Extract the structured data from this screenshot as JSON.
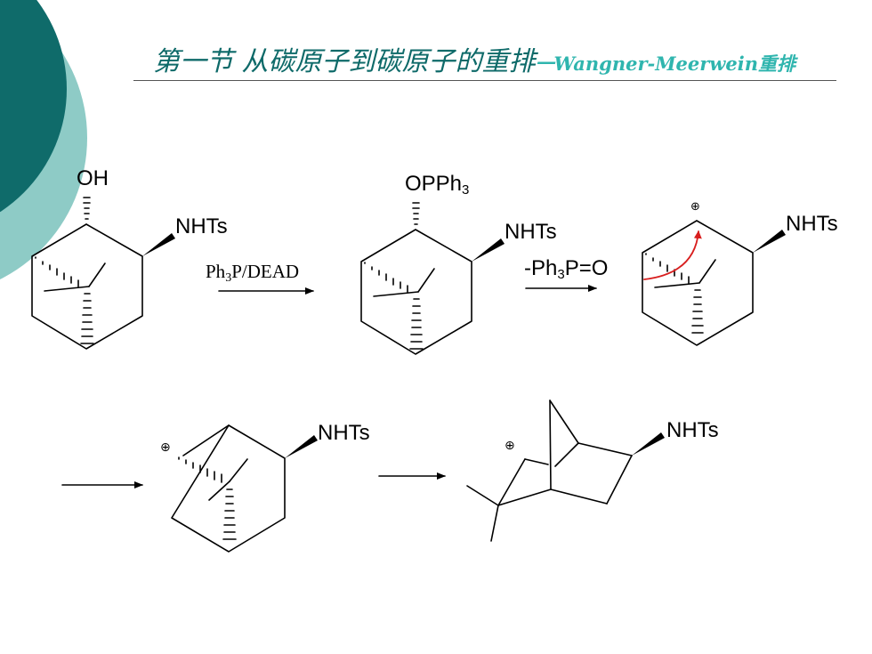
{
  "title": {
    "main": "第一节 从碳原子到碳原子的重排",
    "sub": "一Wangner-Meerwein重排"
  },
  "colors": {
    "title": "#0e6a69",
    "subtitle": "#2fb5ae",
    "deco_dark": "#0f6b6a",
    "deco_light": "#8ecbc6",
    "curved_arrow": "#d81e1e"
  },
  "labels": {
    "oh": "OH",
    "nhts": "NHTs",
    "oph_prefix": "OPPh",
    "oph_sub": "3",
    "reagent1": "Ph3P/DEAD",
    "reagent2_pre": "-Ph",
    "reagent2_sub": "3",
    "reagent2_post": "P=O",
    "cation": "⊕"
  },
  "icons": [
    "right-arrow-icon",
    "curved-arrow-icon",
    "cation-charge-icon",
    "wedge-bond-icon",
    "hashed-bond-icon"
  ]
}
